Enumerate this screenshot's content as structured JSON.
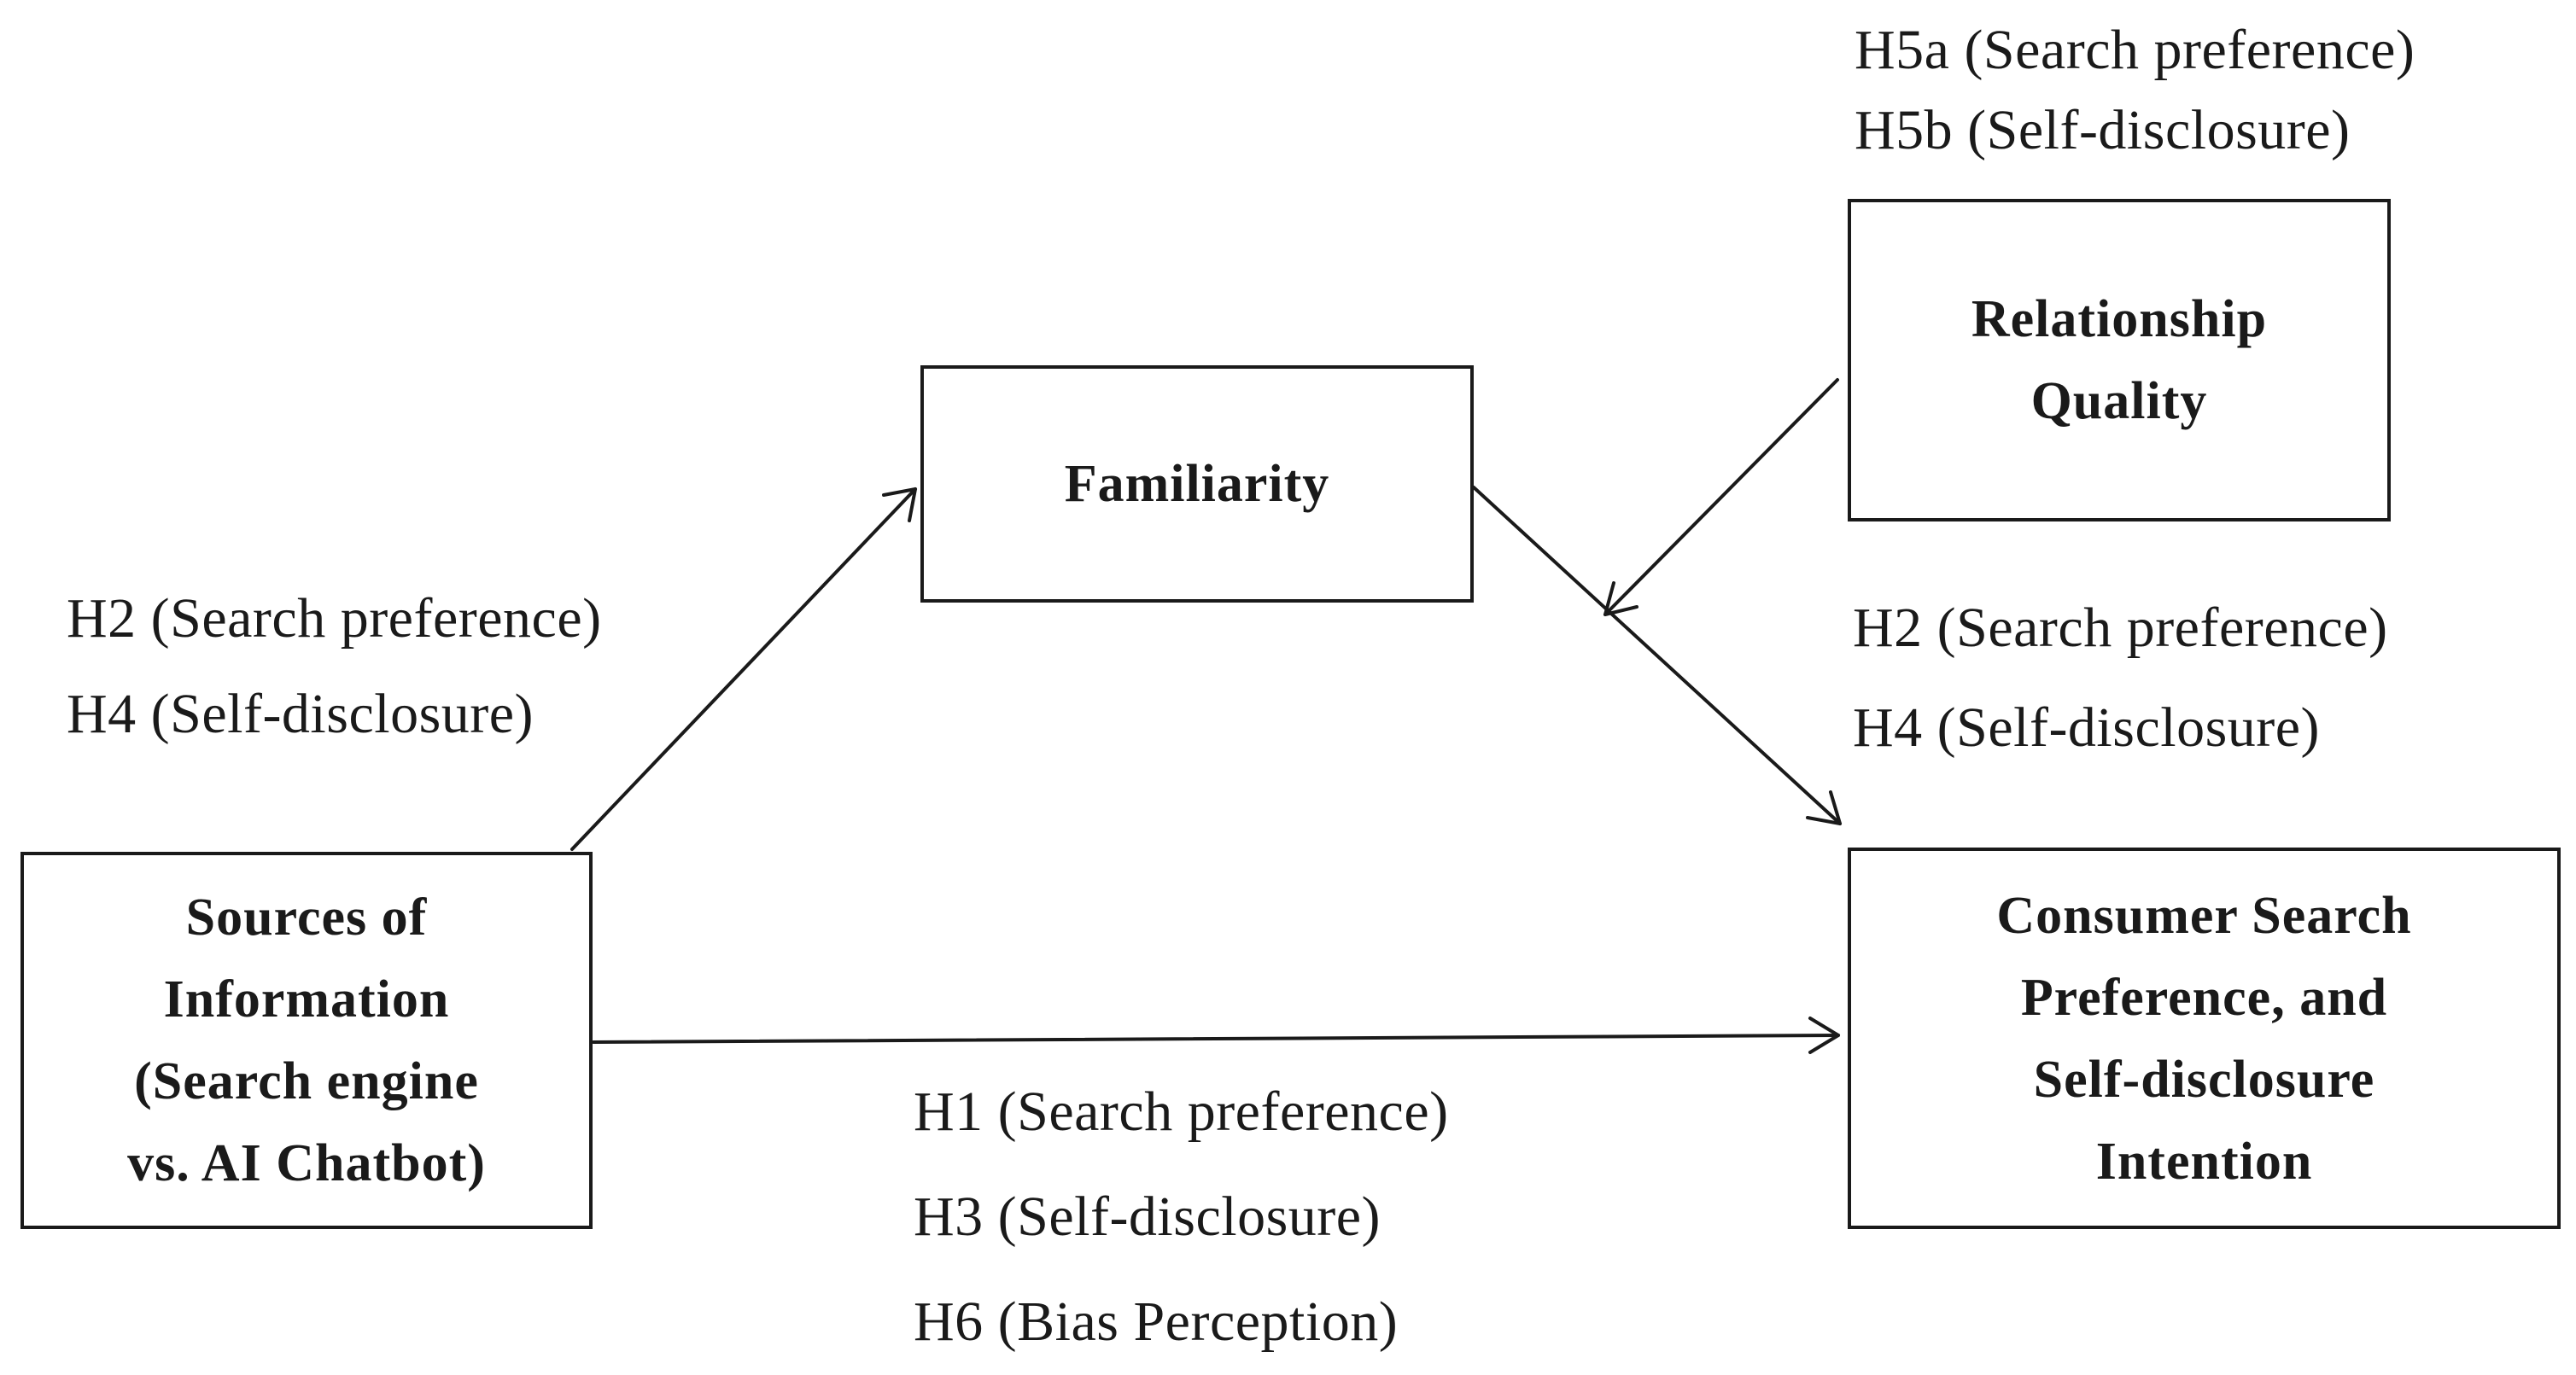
{
  "nodes": {
    "familiarity": {
      "lines": [
        "Familiarity"
      ]
    },
    "relationship_quality": {
      "lines": [
        "Relationship",
        "Quality"
      ]
    },
    "sources": {
      "lines": [
        "Sources of",
        "Information",
        "(Search engine",
        "vs. AI Chatbot)"
      ]
    },
    "outcome": {
      "lines": [
        "Consumer Search",
        "Preference, and",
        "Self-disclosure",
        "Intention"
      ]
    }
  },
  "labels": {
    "moderation": [
      "H5a (Search preference)",
      "H5b (Self-disclosure)"
    ],
    "path_a": [
      "H2 (Search preference)",
      "H4 (Self-disclosure)"
    ],
    "path_b": [
      "H2 (Search preference)",
      "H4 (Self-disclosure)"
    ],
    "direct": [
      "H1 (Search preference)",
      "H3 (Self-disclosure)",
      "H6 (Bias Perception)"
    ]
  }
}
